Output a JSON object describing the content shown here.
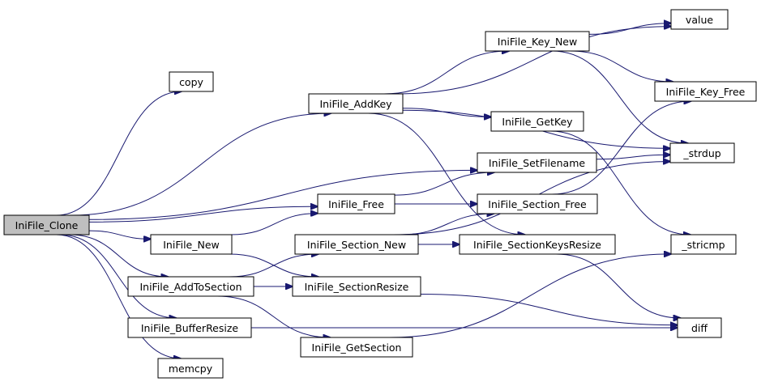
{
  "graph": {
    "nodes": [
      {
        "id": "clone",
        "label": "IniFile_Clone",
        "root": true
      },
      {
        "id": "copy",
        "label": "copy"
      },
      {
        "id": "addkey",
        "label": "IniFile_AddKey"
      },
      {
        "id": "setfilename",
        "label": "IniFile_SetFilename"
      },
      {
        "id": "free",
        "label": "IniFile_Free"
      },
      {
        "id": "new",
        "label": "IniFile_New"
      },
      {
        "id": "addtosection",
        "label": "IniFile_AddToSection"
      },
      {
        "id": "bufferresize",
        "label": "IniFile_BufferResize"
      },
      {
        "id": "memcpy",
        "label": "memcpy"
      },
      {
        "id": "keynew",
        "label": "IniFile_Key_New"
      },
      {
        "id": "getkey",
        "label": "IniFile_GetKey"
      },
      {
        "id": "sectionfree",
        "label": "IniFile_Section_Free"
      },
      {
        "id": "sectionnew",
        "label": "IniFile_Section_New"
      },
      {
        "id": "sectionkeysresize",
        "label": "IniFile_SectionKeysResize"
      },
      {
        "id": "sectionresize",
        "label": "IniFile_SectionResize"
      },
      {
        "id": "getsection",
        "label": "IniFile_GetSection"
      },
      {
        "id": "value",
        "label": "value"
      },
      {
        "id": "keyfree",
        "label": "IniFile_Key_Free"
      },
      {
        "id": "strdup",
        "label": "_strdup"
      },
      {
        "id": "stricmp",
        "label": "_stricmp"
      },
      {
        "id": "diff",
        "label": "diff"
      }
    ],
    "edges": [
      [
        "clone",
        "copy"
      ],
      [
        "clone",
        "addkey"
      ],
      [
        "clone",
        "setfilename"
      ],
      [
        "clone",
        "free"
      ],
      [
        "clone",
        "new"
      ],
      [
        "clone",
        "addtosection"
      ],
      [
        "clone",
        "bufferresize"
      ],
      [
        "clone",
        "memcpy"
      ],
      [
        "addkey",
        "value"
      ],
      [
        "addkey",
        "keynew"
      ],
      [
        "addkey",
        "strdup"
      ],
      [
        "addkey",
        "getkey"
      ],
      [
        "addkey",
        "sectionkeysresize"
      ],
      [
        "keynew",
        "value"
      ],
      [
        "keynew",
        "keyfree"
      ],
      [
        "keynew",
        "strdup"
      ],
      [
        "getkey",
        "stricmp"
      ],
      [
        "setfilename",
        "strdup"
      ],
      [
        "free",
        "setfilename"
      ],
      [
        "free",
        "sectionfree"
      ],
      [
        "sectionfree",
        "keyfree"
      ],
      [
        "new",
        "free"
      ],
      [
        "new",
        "sectionresize"
      ],
      [
        "sectionnew",
        "sectionfree"
      ],
      [
        "sectionnew",
        "sectionkeysresize"
      ],
      [
        "sectionnew",
        "strdup"
      ],
      [
        "sectionkeysresize",
        "diff"
      ],
      [
        "addtosection",
        "sectionnew"
      ],
      [
        "addtosection",
        "sectionresize"
      ],
      [
        "addtosection",
        "getsection"
      ],
      [
        "sectionresize",
        "diff"
      ],
      [
        "getsection",
        "stricmp"
      ],
      [
        "bufferresize",
        "diff"
      ]
    ]
  }
}
